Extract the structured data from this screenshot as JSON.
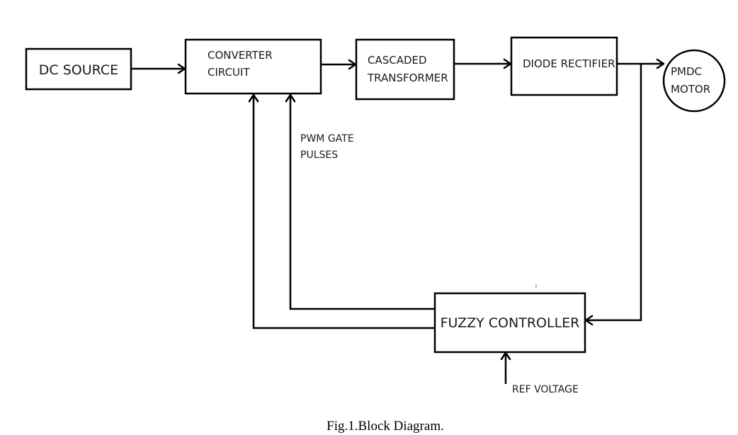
{
  "diagram": {
    "type": "block-diagram",
    "blocks": {
      "dc_source": {
        "lines": [
          "DC SOURCE"
        ]
      },
      "converter_circuit": {
        "lines": [
          "CONVERTER",
          "CIRCUIT"
        ]
      },
      "cascaded_transformer": {
        "lines": [
          "CASCADED",
          "TRANSFORMER"
        ]
      },
      "diode_rectifier": {
        "lines": [
          "DIODE RECTIFIER"
        ]
      },
      "pmdc_motor": {
        "lines": [
          "PMDC",
          "MOTOR"
        ],
        "shape": "circle"
      },
      "fuzzy_controller": {
        "lines": [
          "FUZZY CONTROLLER"
        ]
      }
    },
    "annotations": {
      "pwm_gate_pulses": [
        "PWM GATE",
        "PULSES"
      ],
      "ref_voltage": "REF VOLTAGE"
    },
    "connections": [
      {
        "from": "DC SOURCE",
        "to": "CONVERTER CIRCUIT"
      },
      {
        "from": "CONVERTER CIRCUIT",
        "to": "CASCADED TRANSFORMER"
      },
      {
        "from": "CASCADED TRANSFORMER",
        "to": "DIODE RECTIFIER"
      },
      {
        "from": "DIODE RECTIFIER",
        "to": "PMDC MOTOR"
      },
      {
        "from": "DIODE RECTIFIER",
        "to": "FUZZY CONTROLLER",
        "kind": "feedback"
      },
      {
        "from": "FUZZY CONTROLLER",
        "to": "CONVERTER CIRCUIT",
        "label": "PWM GATE PULSES",
        "count": 2
      },
      {
        "from": "REF VOLTAGE",
        "to": "FUZZY CONTROLLER"
      }
    ],
    "caption": "Fig.1.Block Diagram."
  }
}
